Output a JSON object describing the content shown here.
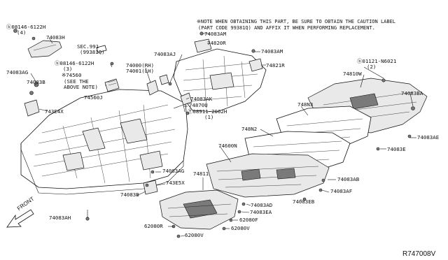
{
  "note": {
    "line1": "※NOTE WHEN OBTAINING THIS PART, BE SURE TO OBTAIN THE CAUTION LABEL",
    "line2": "(PART CODE 99381Q) AND AFFIX IT WHEN PERFORMING REPLACEMENT."
  },
  "reference_code": "R747008V",
  "front_label": "FRONT",
  "labels": {
    "bolt_08146_a": "ⓑ08146-6122H",
    "bolt_08146_a_qty": "(4)",
    "p74083H_top": "74083H",
    "sec991": "SEC.991",
    "sec991_code": "(99381Q)",
    "bolt_08146_b": "ⓑ08146-6122H",
    "bolt_08146_b_qty": "(3)",
    "p74083AG_left": "74083AG",
    "p74083B_left": "74083B",
    "p743E4X": "743E4X",
    "p74560": "※74560",
    "p74560_note1": "(SEE THE",
    "p74560_note2": "ABOVE NOTE)",
    "p74560J": "74560J",
    "p74083AJ": "74083AJ",
    "p74000": "74000(RH)",
    "p74001": "74001(LH)",
    "p74083AM_top": "74083AM",
    "p74820R": "74820R",
    "p74083AM_right": "74083AM",
    "p74821R": "74821R",
    "p74083AK": "74083AK",
    "p74870U": "74870U",
    "nut_08911": "Ⓣ08911-2062H",
    "nut_08911_qty": "(1)",
    "bolt_01121": "ⓑ01121-N6021",
    "bolt_01121_qty": "(2)",
    "p74810W": "74810W",
    "p74083BA": "74083BA",
    "p748N3": "748N3",
    "p748N2": "748N2",
    "p74083AE": "74083AE",
    "p74083E": "74083E",
    "p74600N": "74600N",
    "p74083AG_mid": "74083AG",
    "p74811": "74811",
    "p743E5X": "743E5X",
    "p74083B_mid": "74083B",
    "p74083AB": "74083AB",
    "p74083AF": "74083AF",
    "p74083EB": "74083EB",
    "p74083AD": "74083AD",
    "p74083EA": "74083EA",
    "p62080F": "62080F",
    "p74083AH": "74083AH",
    "p62080R": "62080R",
    "p62080V_a": "62080V",
    "p62080V_b": "62080V"
  }
}
